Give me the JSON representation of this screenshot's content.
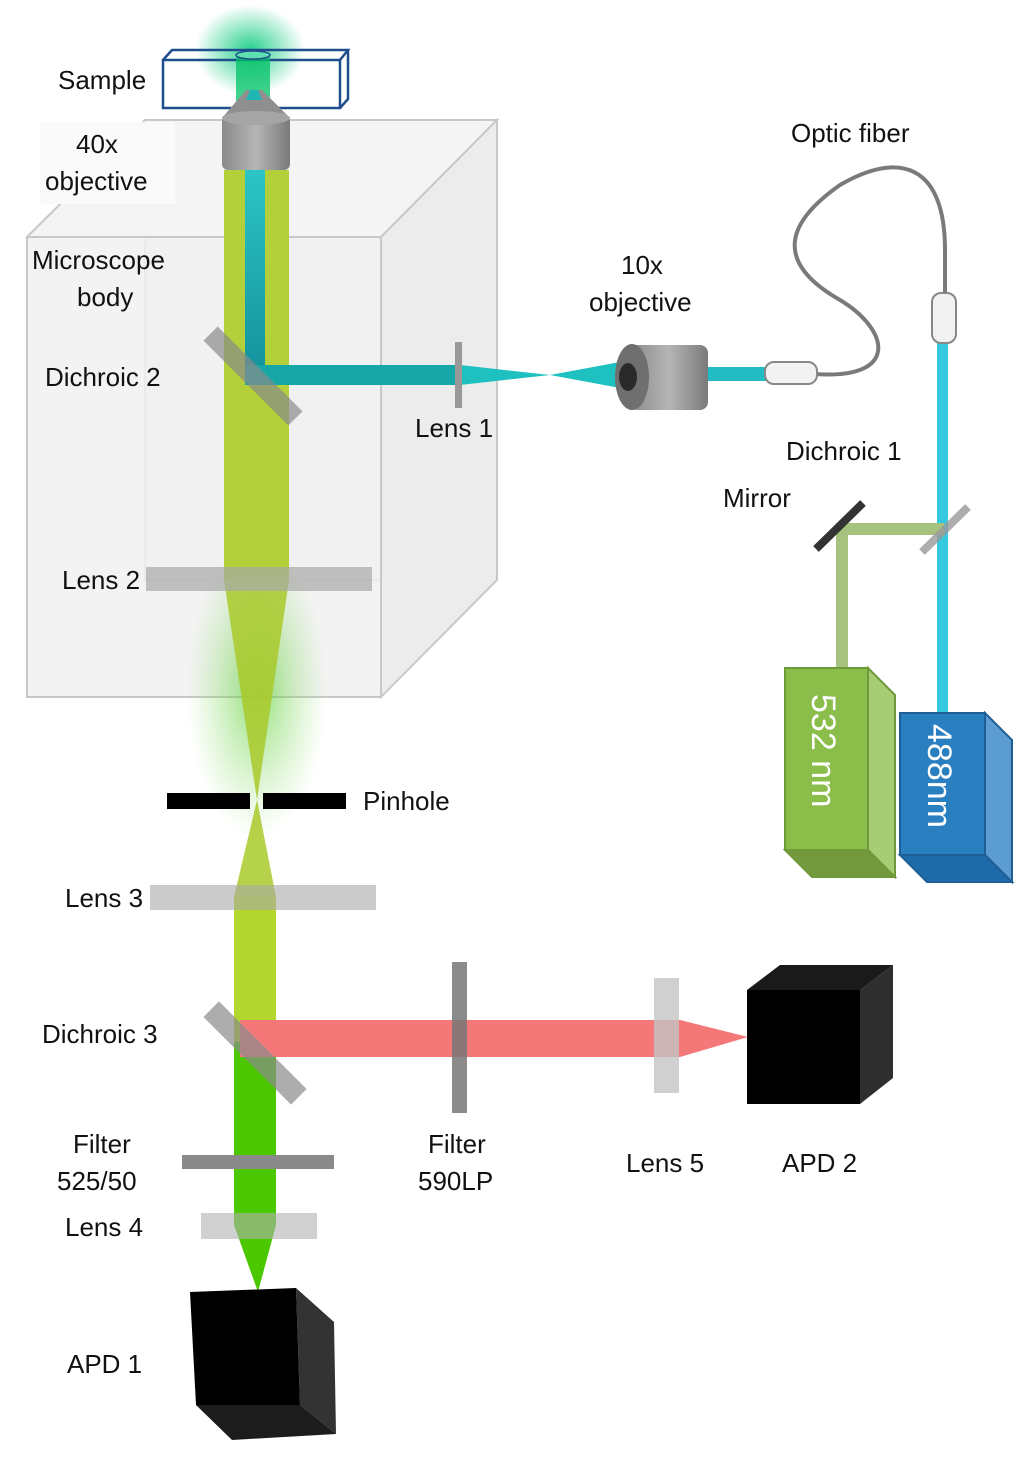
{
  "labels": {
    "sample": "Sample",
    "objective40_line1": "40x",
    "objective40_line2": "objective",
    "microscope_line1": "Microscope",
    "microscope_line2": "body",
    "dichroic2": "Dichroic 2",
    "lens1": "Lens 1",
    "lens2": "Lens 2",
    "objective10_line1": "10x",
    "objective10_line2": "objective",
    "optic_fiber": "Optic fiber",
    "dichroic1": "Dichroic 1",
    "mirror": "Mirror",
    "laser532": "532 nm",
    "laser488": "488nm",
    "pinhole": "Pinhole",
    "lens3": "Lens 3",
    "dichroic3": "Dichroic 3",
    "filter525_line1": "Filter",
    "filter525_line2": "525/50",
    "filter590_line1": "Filter",
    "filter590_line2": "590LP",
    "lens5": "Lens 5",
    "apd2": "APD 2",
    "lens4": "Lens 4",
    "apd1": "APD 1"
  },
  "colors": {
    "emission_green": "#b3cf3a",
    "filtered_green": "#4cc800",
    "excitation_teal": "#1fb5b5",
    "red_emission": "#f47878",
    "laser532": "#8bbd4b",
    "laser488": "#2a7fc1",
    "sample_outline": "#1f4e8c"
  }
}
